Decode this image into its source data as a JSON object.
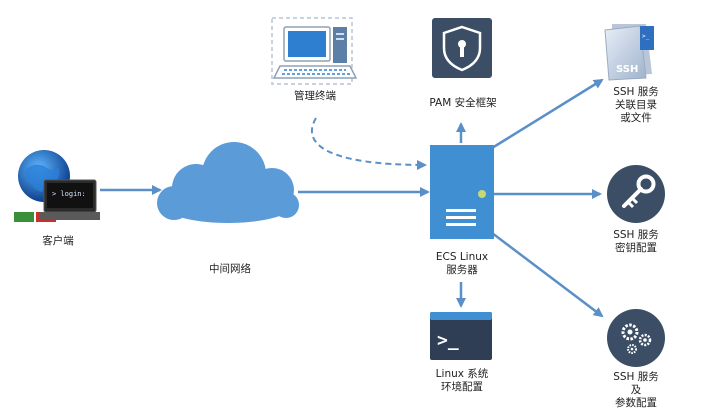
{
  "nodes": {
    "client": {
      "label": "客户端",
      "screen_text": "> login:"
    },
    "network": {
      "label": "中间网络"
    },
    "admin": {
      "label": "管理终端"
    },
    "pam": {
      "label": "PAM 安全框架"
    },
    "server": {
      "label_line1": "ECS Linux",
      "label_line2": "服务器"
    },
    "linux_env": {
      "label_line1": "Linux 系统",
      "label_line2": "环境配置",
      "prompt": ">_"
    },
    "ssh_files": {
      "label_line1": "SSH 服务",
      "label_line2": "关联目录",
      "label_line3": "或文件",
      "icon_text": "SSH",
      "prompt": ">_"
    },
    "ssh_key": {
      "label_line1": "SSH 服务",
      "label_line2": "密钥配置"
    },
    "ssh_params": {
      "label_line1": "SSH 服务",
      "label_line2": "及",
      "label_line3": "参数配置"
    }
  },
  "colors": {
    "arrow": "#5b8fc7",
    "cloud": "#5a9bd8",
    "server": "#3f8fd2",
    "icon_dark": "#3b4e66",
    "admin_blue": "#2f7fd0"
  }
}
